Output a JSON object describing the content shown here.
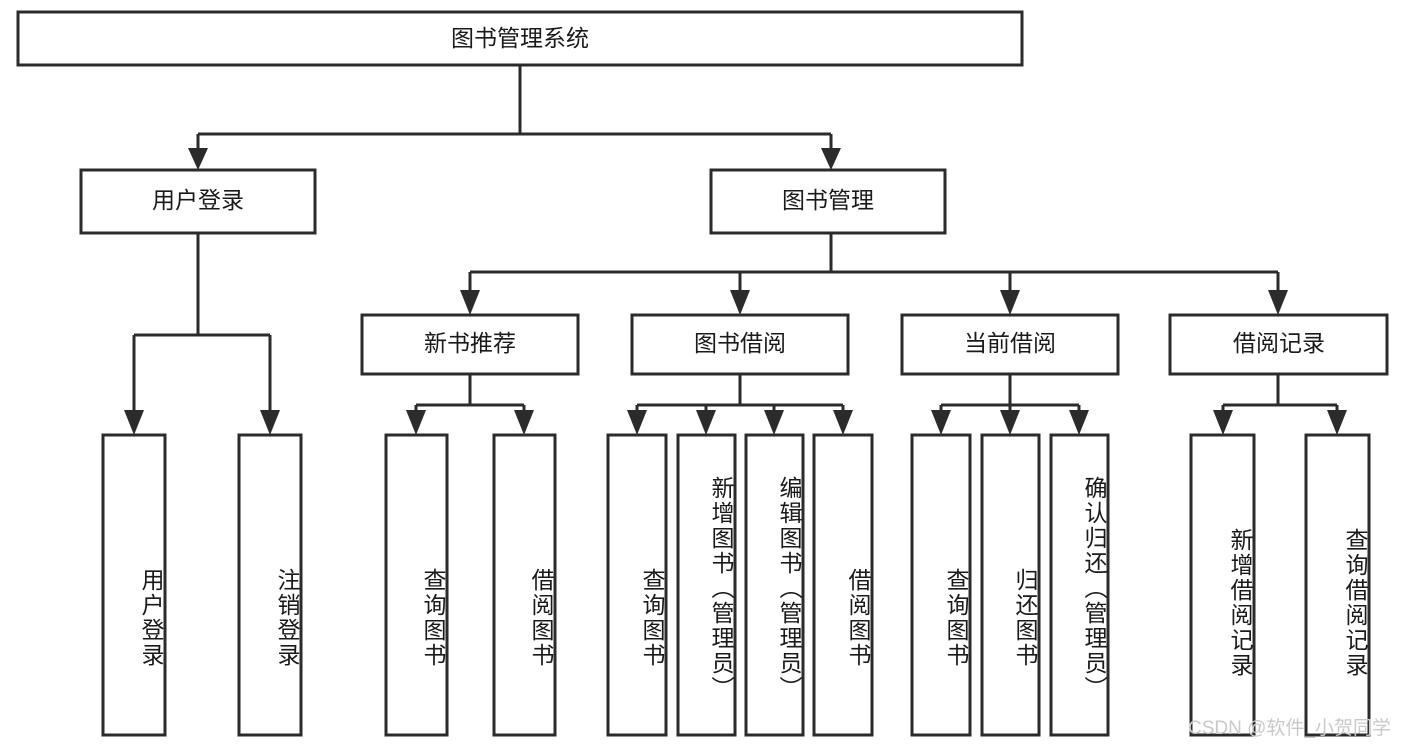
{
  "diagram": {
    "type": "tree-hierarchy",
    "title": "图书管理系统",
    "background_color": "#ffffff",
    "stroke_color": "#2b2b2b",
    "text_color": "#1a1a1a",
    "levels": 4,
    "root": {
      "label": "图书管理系统",
      "id": "root-system"
    },
    "level2": [
      {
        "id": "node-user-login",
        "label": "用户登录"
      },
      {
        "id": "node-book-management",
        "label": "图书管理"
      }
    ],
    "level3": [
      {
        "id": "node-new-book-recommend",
        "label": "新书推荐",
        "parent": "node-book-management"
      },
      {
        "id": "node-book-borrow",
        "label": "图书借阅",
        "parent": "node-book-management"
      },
      {
        "id": "node-current-borrow",
        "label": "当前借阅",
        "parent": "node-book-management"
      },
      {
        "id": "node-borrow-record",
        "label": "借阅记录",
        "parent": "node-book-management"
      }
    ],
    "leaves": [
      {
        "id": "leaf-user-login",
        "label": "用户登录",
        "parent": "node-user-login"
      },
      {
        "id": "leaf-logout-login",
        "label": "注销登录",
        "parent": "node-user-login"
      },
      {
        "id": "leaf-query-book-1",
        "label": "查询图书",
        "parent": "node-new-book-recommend"
      },
      {
        "id": "leaf-borrow-book-1",
        "label": "借阅图书",
        "parent": "node-new-book-recommend"
      },
      {
        "id": "leaf-query-book-2",
        "label": "查询图书",
        "parent": "node-book-borrow"
      },
      {
        "id": "leaf-add-book-admin",
        "label": "新增图书（管理员）",
        "parent": "node-book-borrow"
      },
      {
        "id": "leaf-edit-book-admin",
        "label": "编辑图书（管理员）",
        "parent": "node-book-borrow"
      },
      {
        "id": "leaf-borrow-book-2",
        "label": "借阅图书",
        "parent": "node-book-borrow"
      },
      {
        "id": "leaf-query-book-3",
        "label": "查询图书",
        "parent": "node-current-borrow"
      },
      {
        "id": "leaf-return-book",
        "label": "归还图书",
        "parent": "node-current-borrow"
      },
      {
        "id": "leaf-confirm-return-admin",
        "label": "确认归还（管理员）",
        "parent": "node-current-borrow"
      },
      {
        "id": "leaf-add-borrow-record",
        "label": "新增借阅记录",
        "parent": "node-borrow-record"
      },
      {
        "id": "leaf-query-borrow-record",
        "label": "查询借阅记录",
        "parent": "node-borrow-record"
      }
    ]
  },
  "watermark": {
    "text": "CSDN @软件_小贺同学"
  }
}
